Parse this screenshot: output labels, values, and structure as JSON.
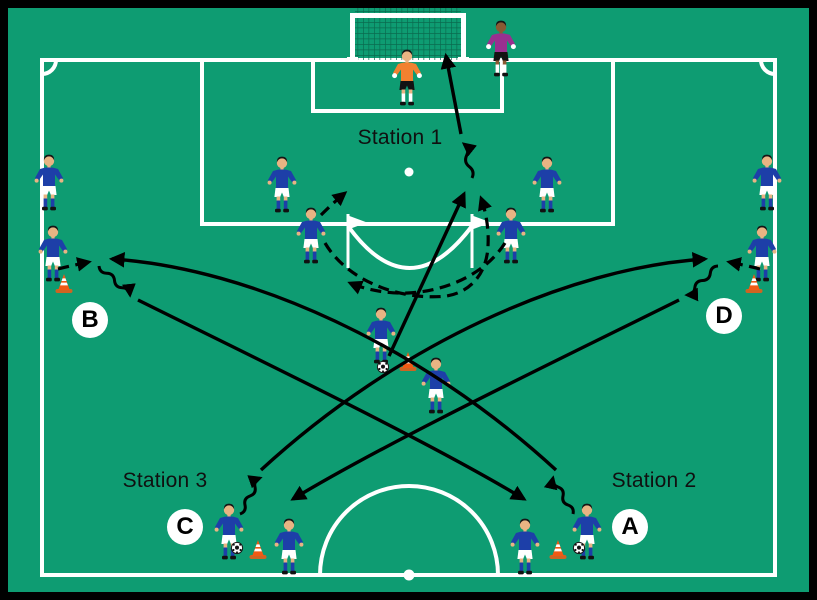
{
  "diagram": {
    "labels": {
      "station1": "Station 1",
      "station2": "Station 2",
      "station3": "Station 3"
    },
    "markers": {
      "a": "A",
      "b": "B",
      "c": "C",
      "d": "D"
    },
    "colors": {
      "field_green": "#0E9C72",
      "line_white": "#FFFFFF",
      "net_green": "#0A6B4F",
      "player_blue": "#1D3FA8",
      "goalkeeper_orange": "#F28130",
      "second_keeper_magenta": "#993090",
      "cone_orange": "#F05A14",
      "arrow_black": "#000000",
      "skin": "#E8B483",
      "dark_skin": "#8A5A33",
      "frame_black": "#000000"
    },
    "icons": {
      "player": "blue-outfield-player",
      "goalkeeper": "orange-goalkeeper",
      "second_goalkeeper": "magenta-goalkeeper",
      "cone": "training-cone",
      "ball": "soccer-ball",
      "flag": "marker-flag",
      "goal": "goal-with-net",
      "solid_arrow": "pass-or-shot-arrow",
      "dashed_arrow": "run-arrow",
      "wavy_arrow": "dribble-arrow"
    }
  }
}
